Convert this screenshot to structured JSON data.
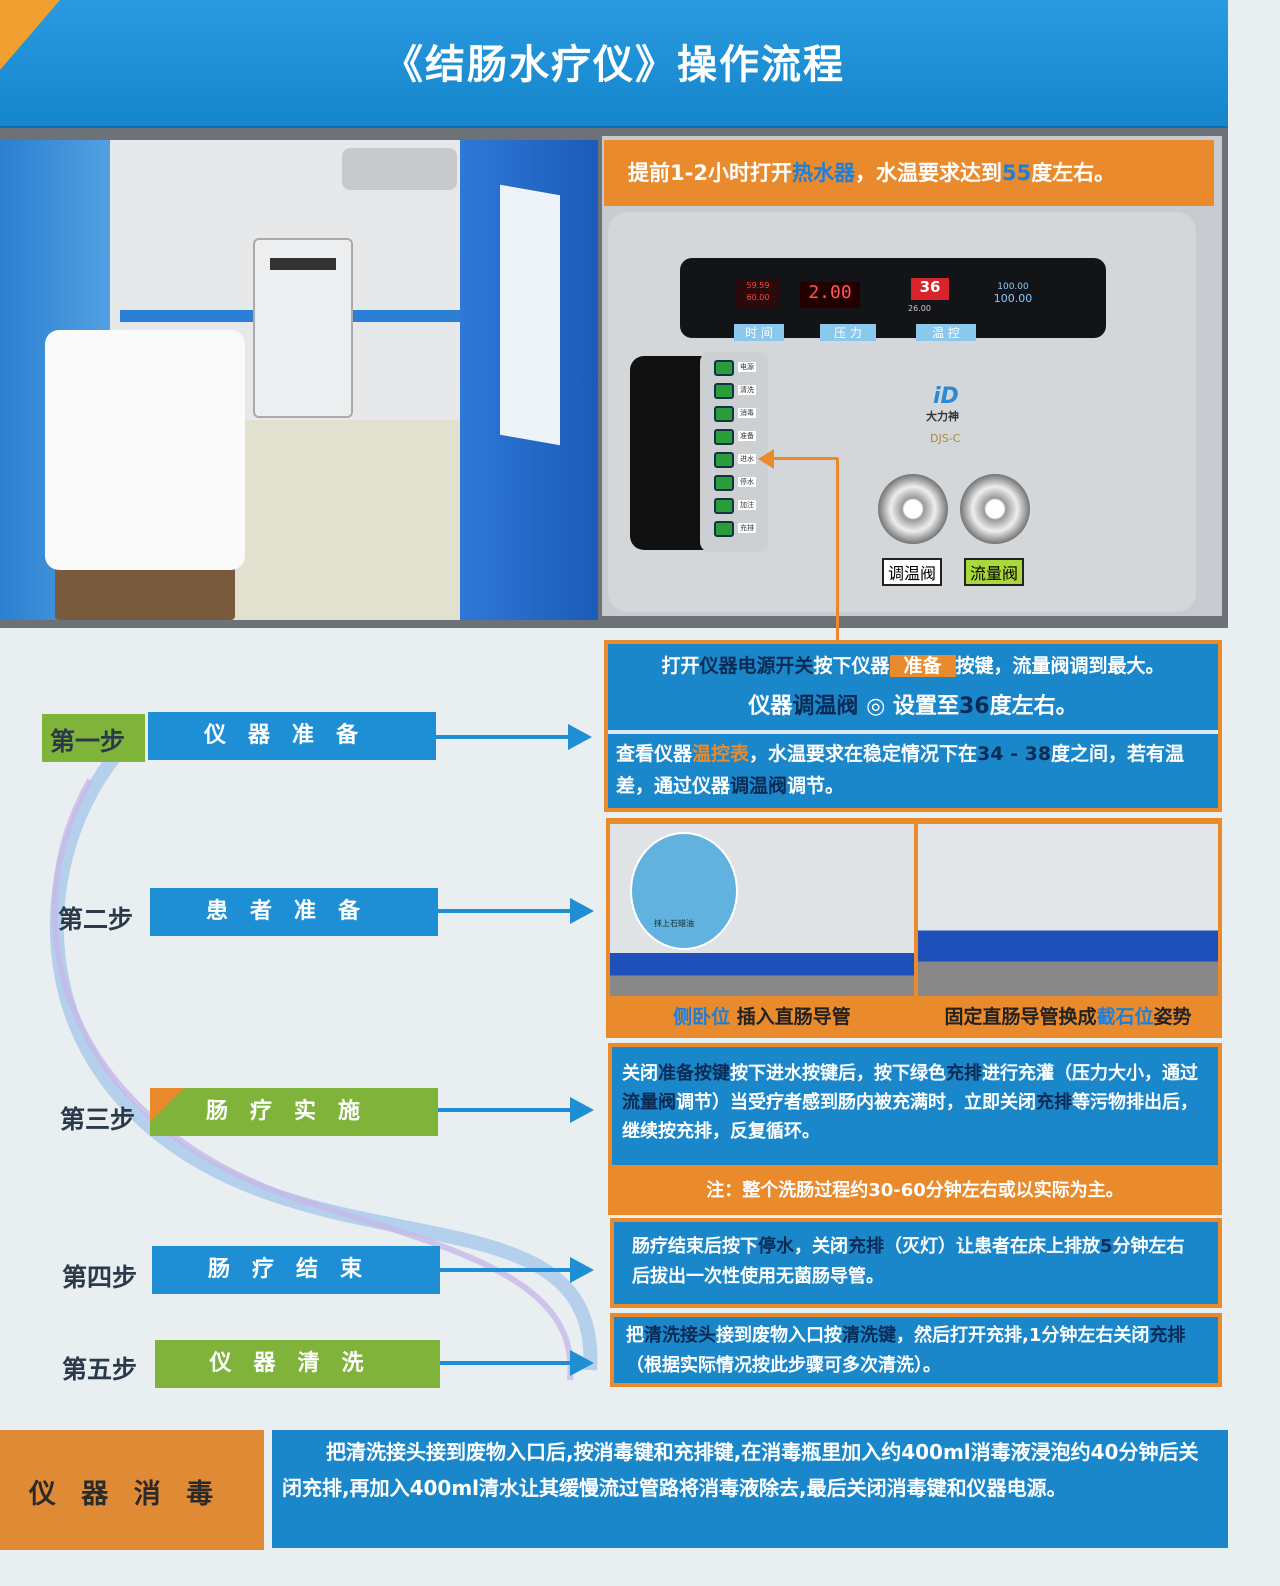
{
  "title": "《结肠水疗仪》操作流程",
  "prep_bar": [
    {
      "t": "提前1-2小时打开"
    },
    {
      "t": "热水器",
      "c": "hl-blue"
    },
    {
      "t": "，水温要求达到"
    },
    {
      "t": "55",
      "c": "hl-blue"
    },
    {
      "t": "度左右。"
    }
  ],
  "device": {
    "displays": {
      "time_top": "59.59",
      "time_bottom": "60.00",
      "pressure": "2.00",
      "temp": "36",
      "temp_sub": "26.00",
      "flow_top": "100.00",
      "flow_bottom": "100.00"
    },
    "display_labels": [
      "时 间",
      "压 力",
      "温 控"
    ],
    "buttons": [
      "电源",
      "清洗",
      "消毒",
      "准备",
      "进水",
      "停水",
      "加注",
      "充排"
    ],
    "brand": "大力神",
    "model": "DJS-C",
    "valve_labels": [
      "调温阀",
      "流量阀"
    ]
  },
  "steps": [
    {
      "label": "第一步",
      "name": "仪器准备"
    },
    {
      "label": "第二步",
      "name": "患者准备"
    },
    {
      "label": "第三步",
      "name": "肠疗实施"
    },
    {
      "label": "第四步",
      "name": "肠疗结束"
    },
    {
      "label": "第五步",
      "name": "仪器清洗"
    }
  ],
  "step1": {
    "line1": [
      {
        "t": "打开"
      },
      {
        "t": "仪器电源开关",
        "c": "hl-dark"
      },
      {
        "t": "按下仪器"
      },
      {
        "t": "准备",
        "c": "hl-orangebg"
      },
      {
        "t": "按键，流量阀调到最大。"
      }
    ],
    "line2": [
      {
        "t": "仪器"
      },
      {
        "t": "调温阀",
        "c": "hl-dark"
      },
      {
        "t": " ◎ "
      },
      {
        "t": "设置至"
      },
      {
        "t": "36",
        "c": "hl-dark"
      },
      {
        "t": "度左右。"
      }
    ],
    "line3": [
      {
        "t": "查看仪器"
      },
      {
        "t": "温控表",
        "c": "hl-orange"
      },
      {
        "t": "，水温要求在稳定情况下在"
      },
      {
        "t": "34 - 38",
        "c": "hl-dark"
      },
      {
        "t": "度之间，若有温差，通过仪器"
      },
      {
        "t": "调温阀",
        "c": "hl-dark"
      },
      {
        "t": "调节。"
      }
    ]
  },
  "step2": {
    "inset_label": "抹上石蜡油",
    "caption_left": [
      {
        "t": "侧卧位",
        "c": "hl-blue"
      },
      {
        "t": "  插入直肠导管"
      }
    ],
    "caption_right": [
      {
        "t": "固定直肠导管换成"
      },
      {
        "t": "截石位",
        "c": "hl-blue"
      },
      {
        "t": "姿势"
      }
    ]
  },
  "step3": {
    "text": [
      {
        "t": "关闭"
      },
      {
        "t": "准备按键",
        "c": "hl-dark"
      },
      {
        "t": "按下进水按键后，按下绿色"
      },
      {
        "t": "充排",
        "c": "hl-dark"
      },
      {
        "t": "进行充灌（压力大小，通过"
      },
      {
        "t": "流量阀",
        "c": "hl-dark"
      },
      {
        "t": "调节）当受疗者感到肠内被充满时，立即关闭"
      },
      {
        "t": "充排",
        "c": "hl-dark"
      },
      {
        "t": "等污物排出后，继续按充排，反复循环。"
      }
    ],
    "note": "注：整个洗肠过程约30-60分钟左右或以实际为主。"
  },
  "step4": {
    "text": [
      {
        "t": "肠疗结束后按下"
      },
      {
        "t": "停水",
        "c": "hl-dark"
      },
      {
        "t": "，关闭"
      },
      {
        "t": "充排",
        "c": "hl-dark"
      },
      {
        "t": "（灭灯）让患者在床上排放"
      },
      {
        "t": "5",
        "c": "hl-dark"
      },
      {
        "t": "分钟左右后拔出一次性使用无菌肠导管。"
      }
    ]
  },
  "step5": {
    "text": [
      {
        "t": "把"
      },
      {
        "t": "清洗接头",
        "c": "hl-dark"
      },
      {
        "t": "接到废物入口按"
      },
      {
        "t": "清洗键",
        "c": "hl-dark"
      },
      {
        "t": "，然后打开充排,1分钟左右关闭"
      },
      {
        "t": "充排",
        "c": "hl-dark"
      },
      {
        "t": "（根据实际情况按此步骤可多次清洗）。"
      }
    ]
  },
  "disinfect": {
    "label": "仪 器 消 毒",
    "text": "把清洗接头接到废物入口后,按消毒键和充排键,在消毒瓶里加入约400ml消毒液浸泡约40分钟后关闭充排,再加入400ml清水让其缓慢流过管路将消毒液除去,最后关闭消毒键和仪器电源。"
  },
  "colors": {
    "blue": "#1a87cb",
    "orange": "#e98a2c",
    "green": "#7fb33a",
    "dark_highlight": "#0b2b55"
  }
}
